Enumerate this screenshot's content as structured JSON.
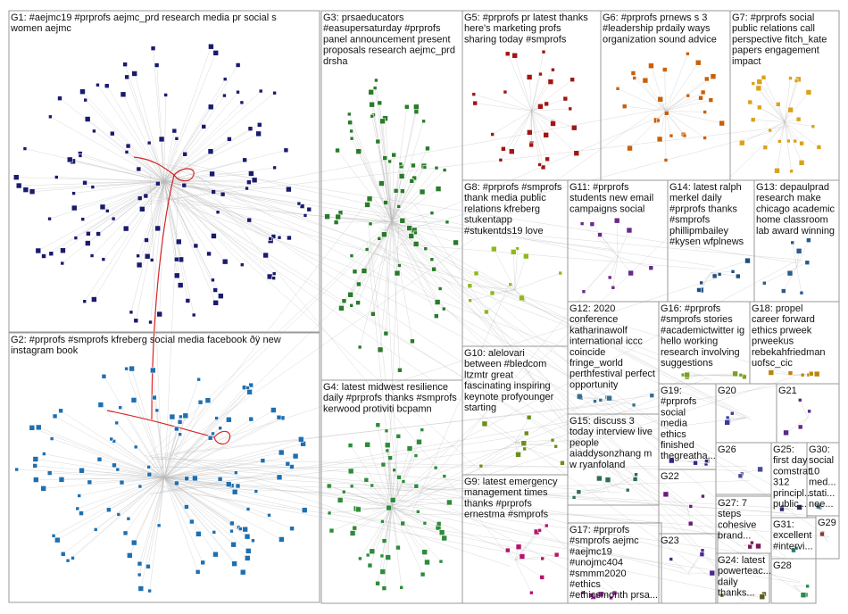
{
  "canvas": {
    "background": "#ffffff",
    "edge_color": "#b9b9b9",
    "highlight_edge_color": "#d01010"
  },
  "groups": [
    {
      "id": "G1",
      "lines": [
        "G1: #aejmc19 #prprofs aejmc_prd research media pr social s",
        "women aejmc"
      ],
      "color": "#1a1a6e",
      "nodes": 130
    },
    {
      "id": "G2",
      "lines": [
        "G2: #prprofs #smprofs kfreberg social media facebook ðÿ new",
        "instagram book"
      ],
      "color": "#1e6fb0",
      "nodes": 120
    },
    {
      "id": "G3",
      "lines": [
        "G3: prsaeducators",
        "#easupersaturday #prprofs",
        "panel announcement present",
        "proposals research aejmc_prd",
        "drsha"
      ],
      "color": "#2a7a2a",
      "nodes": 85
    },
    {
      "id": "G4",
      "lines": [
        "G4: latest midwest resilience",
        "daily #prprofs thanks #smprofs",
        "kerwood protiviti bcpamn"
      ],
      "color": "#2e8b3a",
      "nodes": 60
    },
    {
      "id": "G5",
      "lines": [
        "G5: #prprofs pr latest thanks",
        "here's marketing profs",
        "sharing today #smprofs"
      ],
      "color": "#a31515",
      "nodes": 30
    },
    {
      "id": "G6",
      "lines": [
        "G6: #prprofs prnews s 3",
        "#leadership prdaily ways",
        "organization sound advice"
      ],
      "color": "#c8600a",
      "nodes": 28
    },
    {
      "id": "G7",
      "lines": [
        "G7: #prprofs social",
        "public relations call",
        "perspective fitch_kate",
        "papers engagement",
        "impact"
      ],
      "color": "#d9a21b",
      "nodes": 26
    },
    {
      "id": "G8",
      "lines": [
        "G8: #prprofs #smprofs",
        "thank media public",
        "relations kfreberg",
        "stukentapp",
        "#stukentds19 love"
      ],
      "color": "#8fb81f",
      "nodes": 14
    },
    {
      "id": "G9",
      "lines": [
        "G9: latest emergency",
        "management times",
        "thanks #prprofs",
        "ernestma #smprofs"
      ],
      "color": "#b5136b",
      "nodes": 10
    },
    {
      "id": "G10",
      "lines": [
        "G10: alelovari",
        "between #bledcom",
        "ltzmtr great",
        "fascinating inspiring",
        "keynote profyounger",
        "starting"
      ],
      "color": "#6a8f1a",
      "nodes": 10
    },
    {
      "id": "G11",
      "lines": [
        "G11: #prprofs",
        "students new email",
        "campaigns social"
      ],
      "color": "#6a2a8a",
      "nodes": 10
    },
    {
      "id": "G12",
      "lines": [
        "G12: 2020",
        "conference",
        "katharinawolf",
        "international iccc",
        "coincide",
        "fringe_world",
        "perthfestival perfect",
        "opportunity"
      ],
      "color": "#3b6e8f",
      "nodes": 8
    },
    {
      "id": "G13",
      "lines": [
        "G13: depaulprad",
        "research make",
        "chicago academic",
        "home classroom",
        "lab award winning"
      ],
      "color": "#2a5a8f",
      "nodes": 8
    },
    {
      "id": "G14",
      "lines": [
        "G14: latest ralph",
        "merkel daily",
        "#prprofs thanks",
        "#smprofs",
        "phillipmbailey",
        "#kysen wfplnews"
      ],
      "color": "#1f4f7f",
      "nodes": 8
    },
    {
      "id": "G15",
      "lines": [
        "G15: discuss 3",
        "today interview live",
        "people",
        "aiaddysonzhang m",
        "w ryanfoland"
      ],
      "color": "#2f6f4f",
      "nodes": 7
    },
    {
      "id": "G16",
      "lines": [
        "G16: #prprofs",
        "#smprofs stories",
        "#academictwitter ig",
        "hello working",
        "research involving",
        "suggestions"
      ],
      "color": "#7a9f2a",
      "nodes": 7
    },
    {
      "id": "G17",
      "lines": [
        "G17: #prprofs",
        "#smprofs aejmc",
        "#aejmc19",
        "#unojmc404",
        "#smmm2020",
        "#ethics",
        "#ethicsmonth prsa..."
      ],
      "color": "#8a2a8a",
      "nodes": 7
    },
    {
      "id": "G18",
      "lines": [
        "G18: propel",
        "career forward",
        "ethics prweek",
        "prweekus",
        "rebekahfriedman",
        "uofsc_cic"
      ],
      "color": "#b8860b",
      "nodes": 6
    },
    {
      "id": "G19",
      "lines": [
        "G19:",
        "#prprofs",
        "social",
        "media",
        "ethics",
        "finished",
        "thegreatha..."
      ],
      "color": "#2a2a8a",
      "nodes": 5
    },
    {
      "id": "G20",
      "lines": [
        "G20"
      ],
      "color": "#3a3a9a",
      "nodes": 4
    },
    {
      "id": "G21",
      "lines": [
        "G21"
      ],
      "color": "#5a2a8a",
      "nodes": 4
    },
    {
      "id": "G22",
      "lines": [
        "G22"
      ],
      "color": "#6a1a7a",
      "nodes": 4
    },
    {
      "id": "G23",
      "lines": [
        "G23"
      ],
      "color": "#4a2a8a",
      "nodes": 4
    },
    {
      "id": "G24",
      "lines": [
        "G24: latest",
        "powerteac...",
        "daily",
        "thanks..."
      ],
      "color": "#5a5a1a",
      "nodes": 3
    },
    {
      "id": "G25",
      "lines": [
        "G25:",
        "first day",
        "comstrat",
        "312",
        "principl...",
        "public..."
      ],
      "color": "#2a2a6a",
      "nodes": 3
    },
    {
      "id": "G26",
      "lines": [
        "G26"
      ],
      "color": "#4a4a9a",
      "nodes": 3
    },
    {
      "id": "G27",
      "lines": [
        "G27: 7",
        "steps",
        "cohesive",
        "brand..."
      ],
      "color": "#7a1a5a",
      "nodes": 3
    },
    {
      "id": "G28",
      "lines": [
        "G28"
      ],
      "color": "#2a8a4a",
      "nodes": 3
    },
    {
      "id": "G29",
      "lines": [
        "G29"
      ],
      "color": "#8a3a2a",
      "nodes": 2
    },
    {
      "id": "G30",
      "lines": [
        "G30:",
        "social",
        "10",
        "med...",
        "stati...",
        "nee..."
      ],
      "color": "#3a6a8a",
      "nodes": 2
    },
    {
      "id": "G31",
      "lines": [
        "G31:",
        "excellent",
        "#intervi..."
      ],
      "color": "#2a7a7a",
      "nodes": 2
    }
  ]
}
